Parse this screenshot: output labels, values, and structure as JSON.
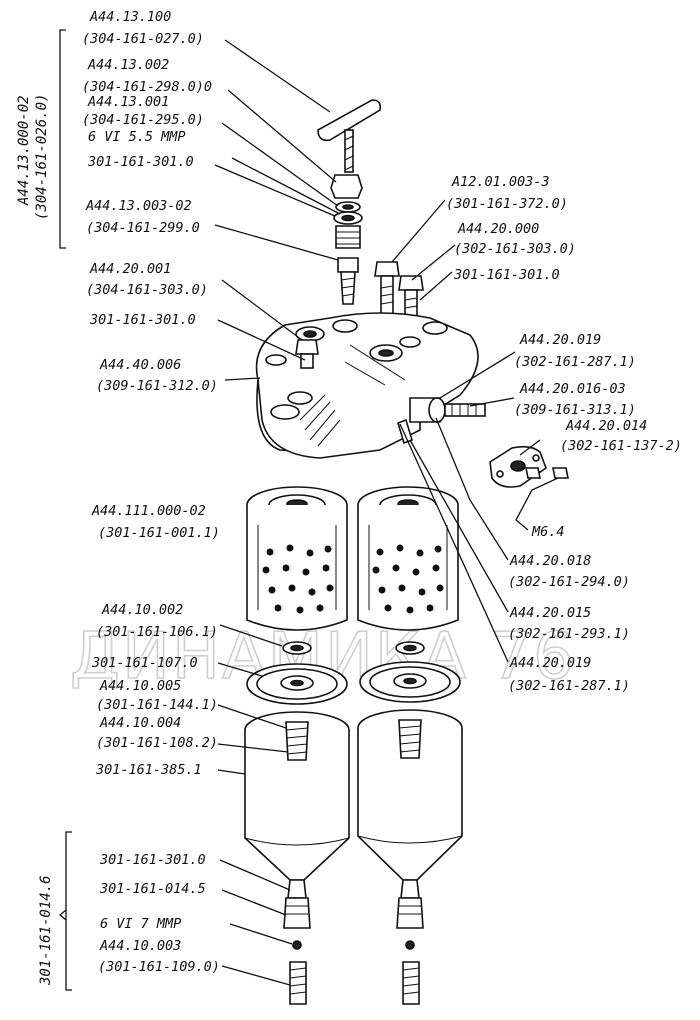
{
  "watermark": "ДИНАМИКА 76",
  "group_labels": {
    "top": "А44.13.000-02 (304-161-026.0)",
    "top_line1": "А44.13.000-02",
    "top_line2": "(304-161-026.0)",
    "bottom": "301-161-014.6"
  },
  "labels": {
    "l01a": "А44.13.100",
    "l01b": "(304-161-027.0)",
    "l02a": "А44.13.002",
    "l02b": "(304-161-298.0)0",
    "l03a": "А44.13.001",
    "l03b": "(304-161-295.0)",
    "l04": "6 VI 5.5 MMP",
    "l05": "301-161-301.0",
    "l06a": "А44.13.003-02",
    "l06b": "(304-161-299.0",
    "l07a": "А44.20.001",
    "l07b": "(304-161-303.0)",
    "l08": "301-161-301.0",
    "l09a": "А44.40.006",
    "l09b": "(309-161-312.0)",
    "r01a": "А12.01.003-3",
    "r01b": "(301-161-372.0)",
    "r02a": "А44.20.000",
    "r02b": "(302-161-303.0)",
    "r03": "301-161-301.0",
    "r04a": "А44.20.019",
    "r04b": "(302-161-287.1)",
    "r05a": "А44.20.016-03",
    "r05b": "(309-161-313.1)",
    "r06a": "А44.20.014",
    "r06b": "(302-161-137-2)",
    "r07": "M6.4",
    "r08a": "А44.20.018",
    "r08b": "(302-161-294.0)",
    "r09a": "А44.20.015",
    "r09b": "(302-161-293.1)",
    "r10a": "А44.20.019",
    "r10b": "(302-161-287.1)",
    "l10a": "А44.111.000-02",
    "l10b": "(301-161-001.1)",
    "l11a": "А44.10.002",
    "l11b": "(301-161-106.1)",
    "l12": "301-161-107.0",
    "l13a": "А44.10.005",
    "l13b": "(301-161-144.1)",
    "l14a": "А44.10.004",
    "l14b": "(301-161-108.2)",
    "l15": "301-161-385.1",
    "l16": "301-161-301.0",
    "l17": "301-161-014.5",
    "l18": "6 VI 7 MMP",
    "l19a": "А44.10.003",
    "l19b": "(301-161-109.0)"
  }
}
